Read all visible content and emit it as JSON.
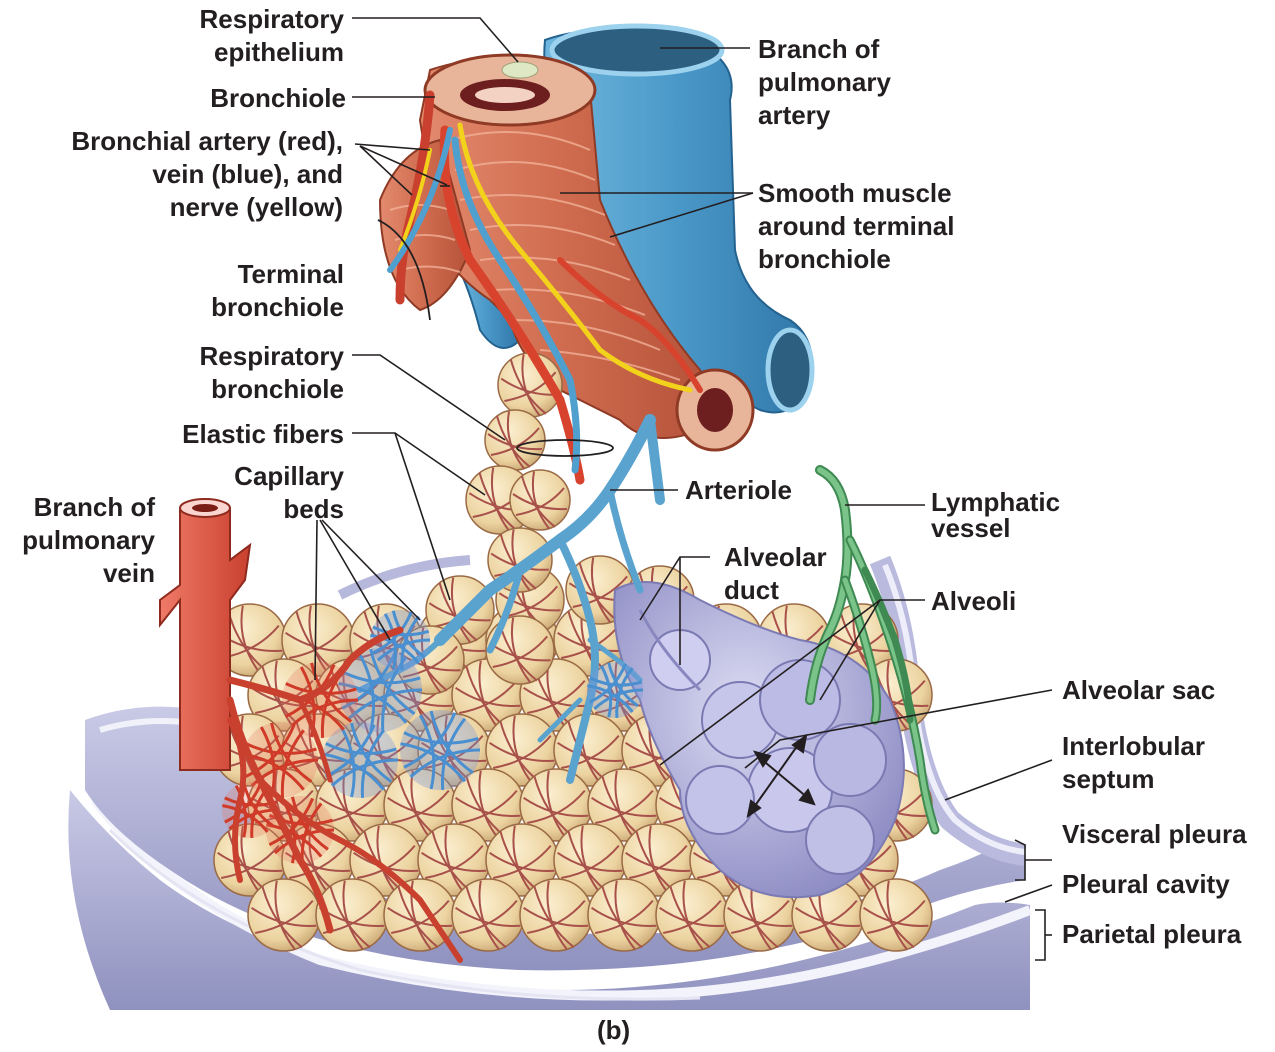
{
  "figure": {
    "panel_label": "(b)"
  },
  "labels": {
    "respiratory_epithelium": [
      "Respiratory",
      "epithelium"
    ],
    "bronchiole": [
      "Bronchiole"
    ],
    "bronchial_vessels": [
      "Bronchial artery (red),",
      "vein (blue), and",
      "nerve (yellow)"
    ],
    "terminal_bronchiole": [
      "Terminal",
      "bronchiole"
    ],
    "respiratory_bronchiole": [
      "Respiratory",
      "bronchiole"
    ],
    "elastic_fibers": [
      "Elastic fibers"
    ],
    "capillary_beds": [
      "Capillary",
      "beds"
    ],
    "branch_pulmonary_vein": [
      "Branch of",
      "pulmonary",
      "vein"
    ],
    "branch_pulmonary_artery": [
      "Branch of",
      "pulmonary",
      "artery"
    ],
    "smooth_muscle": [
      "Smooth muscle",
      "around terminal",
      "bronchiole"
    ],
    "arteriole": [
      "Arteriole"
    ],
    "lymphatic_vessel": [
      "Lymphatic",
      "vessel"
    ],
    "alveolar_duct": [
      "Alveolar",
      "duct"
    ],
    "alveoli": [
      "Alveoli"
    ],
    "alveolar_sac": [
      "Alveolar sac"
    ],
    "interlobular_septum": [
      "Interlobular",
      "septum"
    ],
    "visceral_pleura": [
      "Visceral pleura"
    ],
    "pleural_cavity": [
      "Pleural cavity"
    ],
    "parietal_pleura": [
      "Parietal pleura"
    ]
  },
  "colors": {
    "artery_red": "#d8432e",
    "vein_blue": "#5aa3cf",
    "nerve_yellow": "#f2d21b",
    "lymph_green": "#5aa86a",
    "alveolus_tan": "#efd9a8",
    "alveolar_sac_lilac": "#a9a8d8",
    "pleura_lavender": "#a7a9cf",
    "label_text": "#231f20"
  }
}
